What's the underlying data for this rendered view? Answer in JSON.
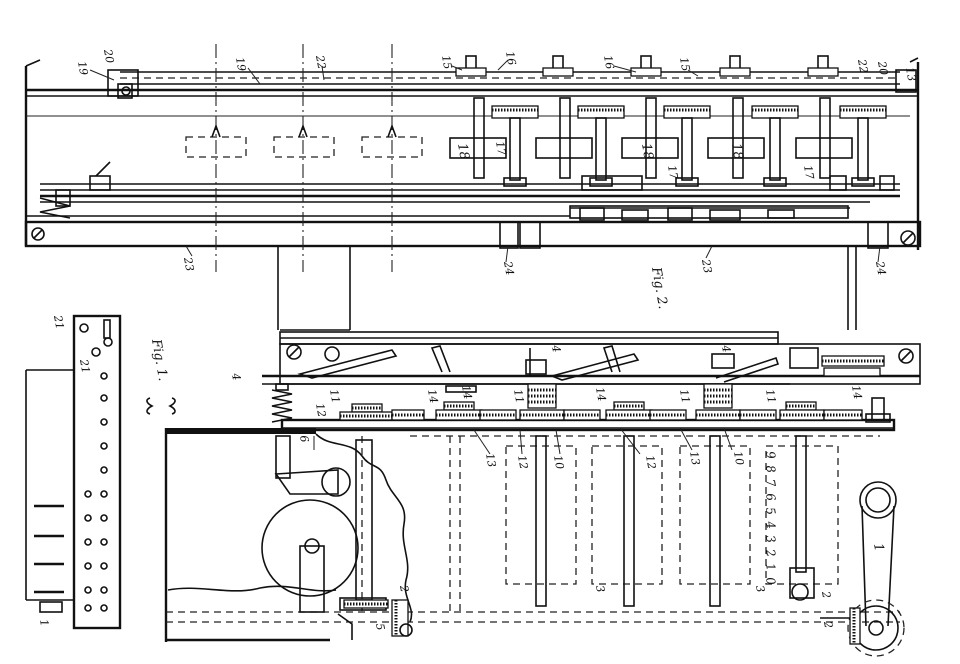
{
  "figures": [
    {
      "id": "fig1",
      "title": "Fig. 1."
    },
    {
      "id": "fig2",
      "title": "Fig. 2."
    }
  ],
  "labels": {
    "top": [
      "19",
      "20",
      "19",
      "22",
      "15",
      "16",
      "16",
      "15",
      "22",
      "20",
      "13"
    ],
    "top_blocks": [
      "18",
      "18",
      "18",
      "17",
      "17",
      "17"
    ],
    "rail": [
      "23",
      "24",
      "23",
      "24"
    ],
    "side": [
      "21",
      "21",
      "1"
    ],
    "mid": [
      "4",
      "4",
      "4",
      "11",
      "12",
      "11",
      "14",
      "11",
      "14",
      "11",
      "14",
      "14"
    ],
    "lower": [
      "6",
      "13",
      "12",
      "10",
      "12",
      "13",
      "10",
      "3",
      "3",
      "2",
      "5",
      "1",
      "2",
      "2"
    ]
  },
  "digit_scale": [
    "9",
    "8",
    "7",
    "6",
    "5",
    "4",
    "3",
    "2",
    "1",
    "0"
  ]
}
